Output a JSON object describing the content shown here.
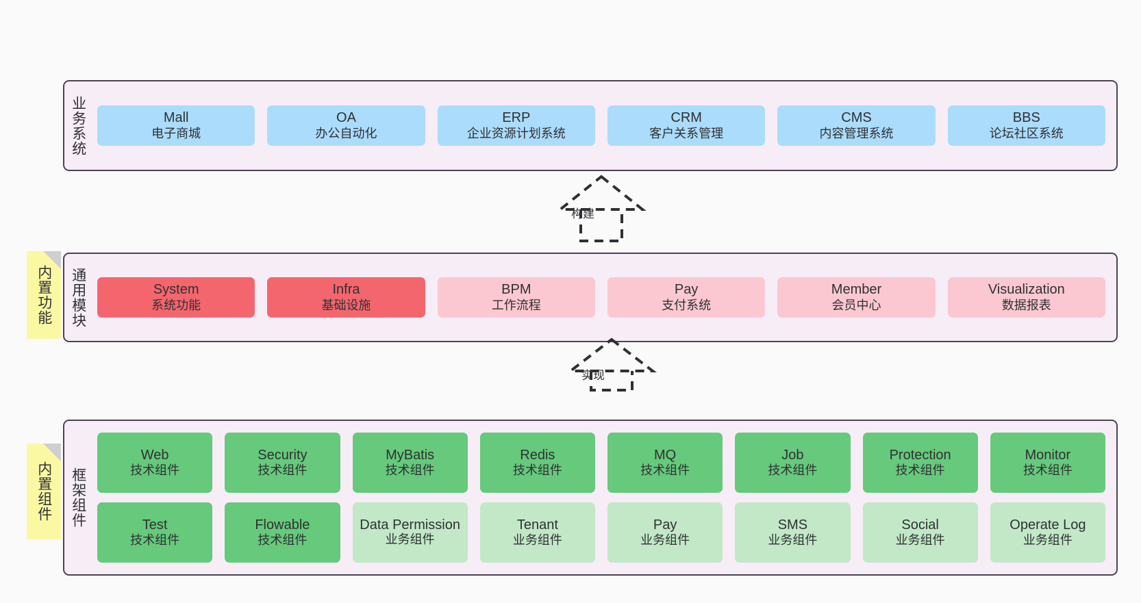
{
  "diagram": {
    "title": "",
    "colors": {
      "canvas_bg": "#fafafa",
      "band_bg": "#f7edf6",
      "band_border": "#4a4453",
      "blue": "#abdcfb",
      "red": "#f4666e",
      "pink": "#fbc8d1",
      "green": "#66c97c",
      "light_green": "#c2e8c7",
      "note_yellow": "#fbf8a4",
      "note_fold": "#cfcfcf",
      "text": "#2f3033"
    }
  },
  "layers": [
    {
      "id": "business-systems",
      "label": "业务系统",
      "note": null,
      "rows": [
        {
          "cells": [
            {
              "name": "mall",
              "title": "Mall",
              "subtitle": "电子商城",
              "color": "c-blue"
            },
            {
              "name": "oa",
              "title": "OA",
              "subtitle": "办公自动化",
              "color": "c-blue"
            },
            {
              "name": "erp",
              "title": "ERP",
              "subtitle": "企业资源计划系统",
              "color": "c-blue"
            },
            {
              "name": "crm",
              "title": "CRM",
              "subtitle": "客户关系管理",
              "color": "c-blue"
            },
            {
              "name": "cms",
              "title": "CMS",
              "subtitle": "内容管理系统",
              "color": "c-blue"
            },
            {
              "name": "bbs",
              "title": "BBS",
              "subtitle": "论坛社区系统",
              "color": "c-blue"
            }
          ]
        }
      ]
    },
    {
      "id": "common-modules",
      "label": "通用模块",
      "note": "内置功能",
      "rows": [
        {
          "cells": [
            {
              "name": "system",
              "title": "System",
              "subtitle": "系统功能",
              "color": "c-red"
            },
            {
              "name": "infra",
              "title": "Infra",
              "subtitle": "基础设施",
              "color": "c-red"
            },
            {
              "name": "bpm",
              "title": "BPM",
              "subtitle": "工作流程",
              "color": "c-pink"
            },
            {
              "name": "pay",
              "title": "Pay",
              "subtitle": "支付系统",
              "color": "c-pink"
            },
            {
              "name": "member",
              "title": "Member",
              "subtitle": "会员中心",
              "color": "c-pink"
            },
            {
              "name": "visualization",
              "title": "Visualization",
              "subtitle": "数据报表",
              "color": "c-pink"
            }
          ]
        }
      ]
    },
    {
      "id": "framework-components",
      "label": "框架组件",
      "note": "内置组件",
      "rows": [
        {
          "cells": [
            {
              "name": "web",
              "title": "Web",
              "subtitle": "技术组件",
              "color": "c-green"
            },
            {
              "name": "security",
              "title": "Security",
              "subtitle": "技术组件",
              "color": "c-green"
            },
            {
              "name": "mybatis",
              "title": "MyBatis",
              "subtitle": "技术组件",
              "color": "c-green"
            },
            {
              "name": "redis",
              "title": "Redis",
              "subtitle": "技术组件",
              "color": "c-green"
            },
            {
              "name": "mq",
              "title": "MQ",
              "subtitle": "技术组件",
              "color": "c-green"
            },
            {
              "name": "job",
              "title": "Job",
              "subtitle": "技术组件",
              "color": "c-green"
            },
            {
              "name": "protection",
              "title": "Protection",
              "subtitle": "技术组件",
              "color": "c-green"
            },
            {
              "name": "monitor",
              "title": "Monitor",
              "subtitle": "技术组件",
              "color": "c-green"
            }
          ]
        },
        {
          "cells": [
            {
              "name": "test",
              "title": "Test",
              "subtitle": "技术组件",
              "color": "c-green"
            },
            {
              "name": "flowable",
              "title": "Flowable",
              "subtitle": "技术组件",
              "color": "c-green"
            },
            {
              "name": "data-permission",
              "title": "Data Permission",
              "subtitle": "业务组件",
              "color": "c-lightgreen"
            },
            {
              "name": "tenant",
              "title": "Tenant",
              "subtitle": "业务组件",
              "color": "c-lightgreen"
            },
            {
              "name": "pay-component",
              "title": "Pay",
              "subtitle": "业务组件",
              "color": "c-lightgreen"
            },
            {
              "name": "sms",
              "title": "SMS",
              "subtitle": "业务组件",
              "color": "c-lightgreen"
            },
            {
              "name": "social",
              "title": "Social",
              "subtitle": "业务组件",
              "color": "c-lightgreen"
            },
            {
              "name": "operate-log",
              "title": "Operate Log",
              "subtitle": "业务组件",
              "color": "c-lightgreen"
            }
          ]
        }
      ]
    }
  ],
  "connectors": [
    {
      "id": "build",
      "label": "构建",
      "from": "common-modules",
      "to": "business-systems"
    },
    {
      "id": "implement",
      "label": "实现",
      "from": "framework-components",
      "to": "common-modules"
    }
  ]
}
